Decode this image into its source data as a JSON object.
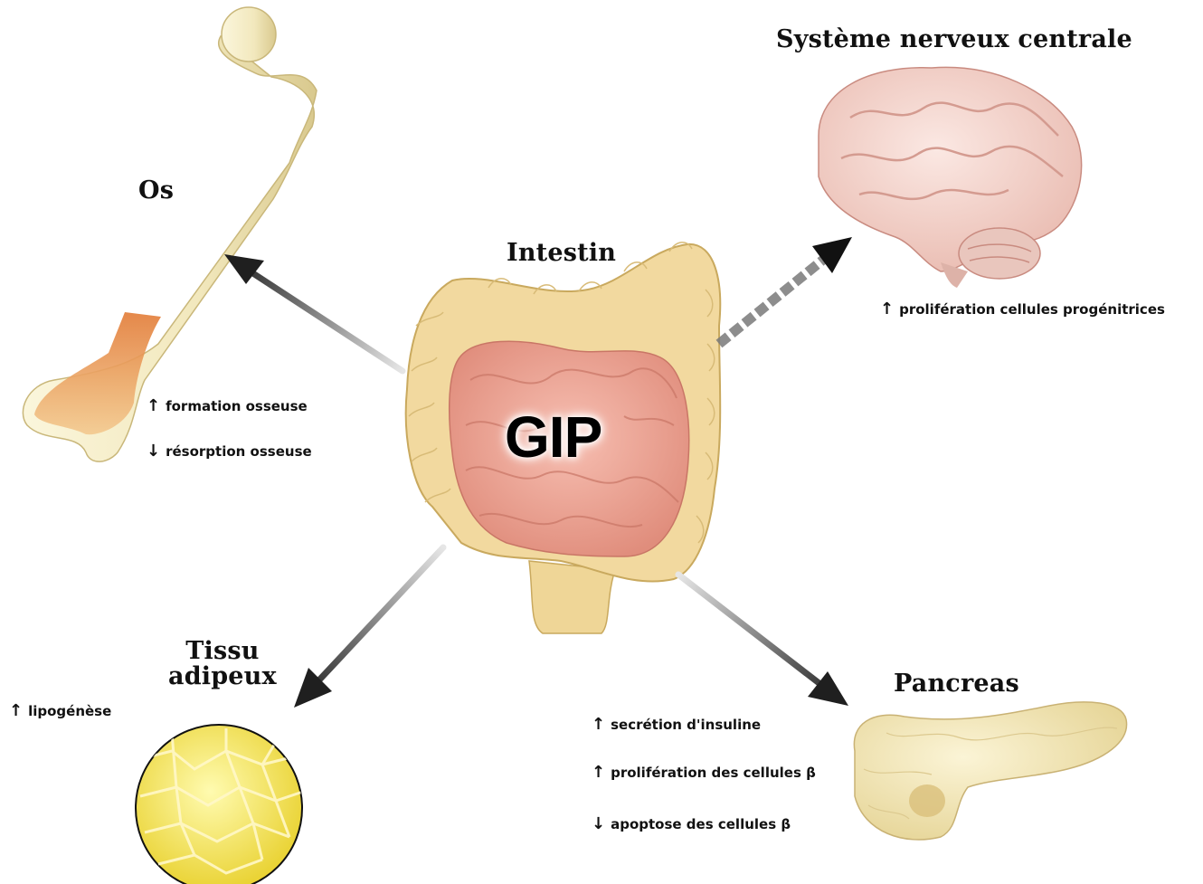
{
  "center": {
    "title": "Intestin",
    "hormone": "GIP"
  },
  "organs": {
    "bone": {
      "title": "Os",
      "effects": [
        {
          "direction": "up",
          "text": "formation osseuse"
        },
        {
          "direction": "down",
          "text": "résorption osseuse"
        }
      ]
    },
    "brain": {
      "title": "Système nerveux centrale",
      "effects": [
        {
          "direction": "up",
          "text": "prolifération cellules progénitrices"
        }
      ]
    },
    "adipose": {
      "title_line1": "Tissu",
      "title_line2": "adipeux",
      "effects": [
        {
          "direction": "up",
          "text": "lipogénèse"
        }
      ]
    },
    "pancreas": {
      "title": "Pancreas",
      "effects": [
        {
          "direction": "up",
          "text": "secrétion d'insuline"
        },
        {
          "direction": "up",
          "text": "prolifération des cellules β"
        },
        {
          "direction": "down",
          "text": "apoptose des cellules β"
        }
      ]
    }
  },
  "icons": {
    "up": "↑",
    "down": "↓"
  },
  "colors": {
    "bone": "#f4ecc4",
    "marrow": "#e0894a",
    "brain": "#f3d2cb",
    "colon": "#f1d9a3",
    "small_intestine": "#f0a89a",
    "fat": "#f4e24a",
    "pancreas": "#f3e6b8",
    "arrow": "#1a1a1a"
  }
}
